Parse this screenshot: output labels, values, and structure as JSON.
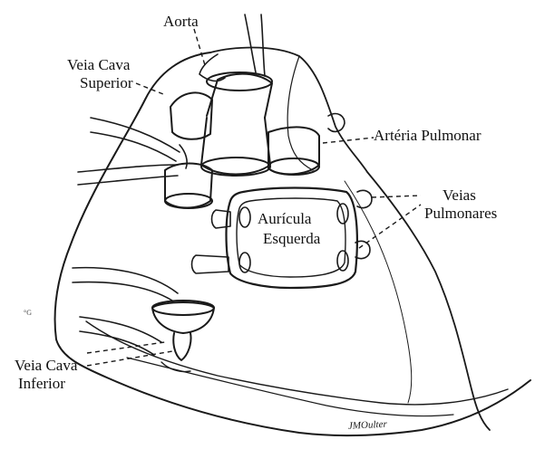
{
  "labels": {
    "aorta": "Aorta",
    "vcs_line1": "Veia Cava",
    "vcs_line2": "Superior",
    "arteria_pulmonar": "Artéria Pulmonar",
    "veias_line1": "Veias",
    "veias_line2": "Pulmonares",
    "auricula_line1": "Aurícula",
    "auricula_line2": "Esquerda",
    "vci_line1": "Veia Cava",
    "vci_line2": "Inferior"
  },
  "signature": "JMOulter",
  "colors": {
    "ink": "#1a1a1a",
    "background": "#ffffff"
  }
}
